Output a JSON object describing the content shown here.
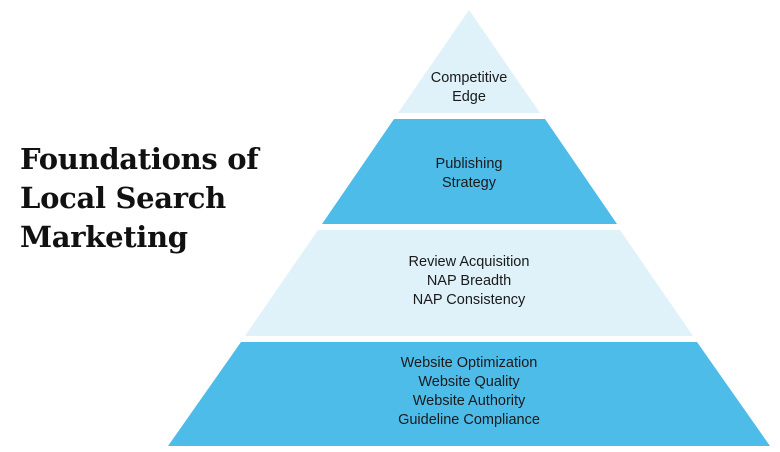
{
  "title": {
    "lines": [
      "Foundations of",
      "Local Search",
      "Marketing"
    ]
  },
  "colors": {
    "light_tier": "#dff1f9",
    "dark_tier": "#4dbce9",
    "text": "#1a1a1a"
  },
  "pyramid": {
    "tiers": [
      {
        "level": "top",
        "style": "light",
        "lines": [
          "Competitive",
          "Edge"
        ]
      },
      {
        "level": "upper-middle",
        "style": "dark",
        "lines": [
          "Publishing",
          "Strategy"
        ]
      },
      {
        "level": "lower-middle",
        "style": "light",
        "lines": [
          "Review Acquisition",
          "NAP Breadth",
          "NAP Consistency"
        ]
      },
      {
        "level": "base",
        "style": "dark",
        "lines": [
          "Website Optimization",
          "Website Quality",
          "Website Authority",
          "Guideline Compliance"
        ]
      }
    ]
  }
}
